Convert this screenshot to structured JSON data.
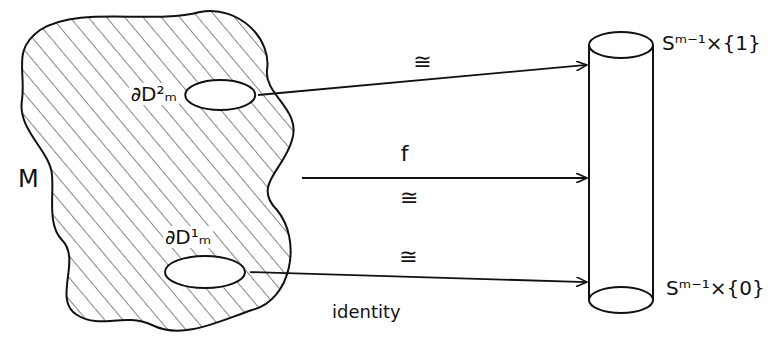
{
  "diagram": {
    "nodes": [
      {
        "text": [
          "M"
        ]
      },
      {
        "text": [
          "∂D²ₘ"
        ],
        "in": 0
      },
      {
        "text": [
          "∂D¹ₘ"
        ],
        "in": 0
      },
      {
        "text": [
          "Sᵐ⁻¹×{1}",
          "Sᵐ⁻¹×{0}"
        ]
      }
    ],
    "edges": [
      {
        "from": 1,
        "to": 3,
        "arrow": "to",
        "label": "≅"
      },
      {
        "from": 0,
        "to": 3,
        "arrow": "to",
        "label": "f"
      },
      {
        "from": 2,
        "to": 3,
        "arrow": "to",
        "label": "≅"
      }
    ],
    "labels": [
      "≅",
      "identity"
    ]
  }
}
